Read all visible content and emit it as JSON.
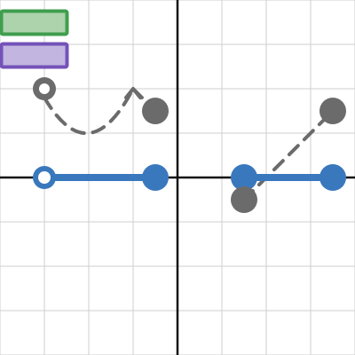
{
  "graph": {
    "xlim": [
      -4,
      4
    ],
    "ylim": [
      -4,
      4
    ],
    "grid": true,
    "axes": true,
    "grid_step": 1,
    "colors": {
      "grid": "#cfcfcf",
      "axis": "#111111",
      "blue": "#3a78bd",
      "gray": "#6b6b6b",
      "green_fill": "#acd3ac",
      "green_stroke": "#3f9e4f",
      "purple_fill": "#c2b6e1",
      "purple_stroke": "#7452b8"
    }
  },
  "segments": [
    {
      "from": [
        -3,
        0
      ],
      "to": [
        -0.5,
        0
      ],
      "from_open": true,
      "to_open": false
    },
    {
      "from": [
        1.5,
        0
      ],
      "to": [
        3.5,
        0
      ],
      "from_open": false,
      "to_open": false
    }
  ],
  "points": [
    {
      "xy": [
        -0.5,
        1.5
      ],
      "color": "gray"
    },
    {
      "xy": [
        3.5,
        1.5
      ],
      "color": "gray"
    },
    {
      "xy": [
        1.5,
        -0.5
      ],
      "color": "gray"
    },
    {
      "xy": [
        -3,
        2
      ],
      "color": "gray",
      "open": true
    }
  ],
  "arrows": [
    {
      "points": [
        [
          -3,
          1.8
        ],
        [
          -2,
          1.0
        ],
        [
          -1.0,
          2.0
        ]
      ],
      "curved": true
    },
    {
      "points": [
        [
          -1.0,
          2.0
        ],
        [
          -0.5,
          1.5
        ]
      ],
      "curved": false
    },
    {
      "points": [
        [
          1.5,
          -0.5
        ],
        [
          3.3,
          1.3
        ]
      ],
      "curved": false
    }
  ],
  "swatches": [
    {
      "name": "green",
      "fill": "green_fill",
      "stroke": "green_stroke"
    },
    {
      "name": "purple",
      "fill": "purple_fill",
      "stroke": "purple_stroke"
    }
  ]
}
